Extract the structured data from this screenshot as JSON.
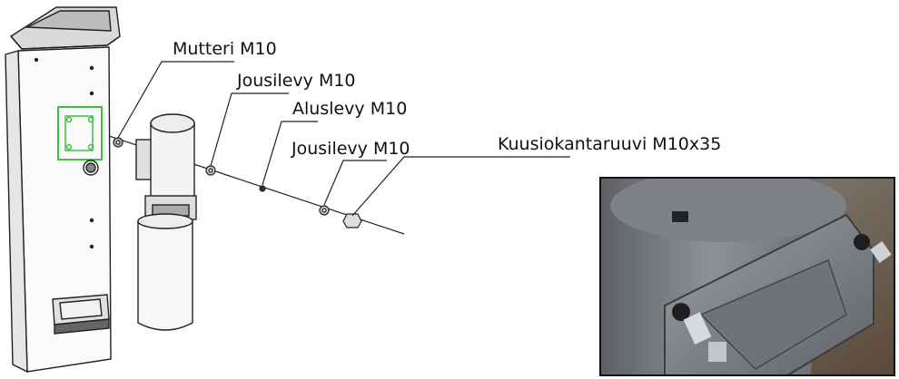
{
  "callouts": {
    "mutteri": "Mutteri M10",
    "jousilevy_1": "Jousilevy M10",
    "aluslevy": "Aluslevy M10",
    "jousilevy_2": "Jousilevy M10",
    "kuusiokantaruuvi": "Kuusiokantaruuvi M10x35"
  },
  "colors": {
    "highlight_bracket": "#3fbf3f",
    "part_gray": "#8a8d90",
    "line": "#222222"
  }
}
